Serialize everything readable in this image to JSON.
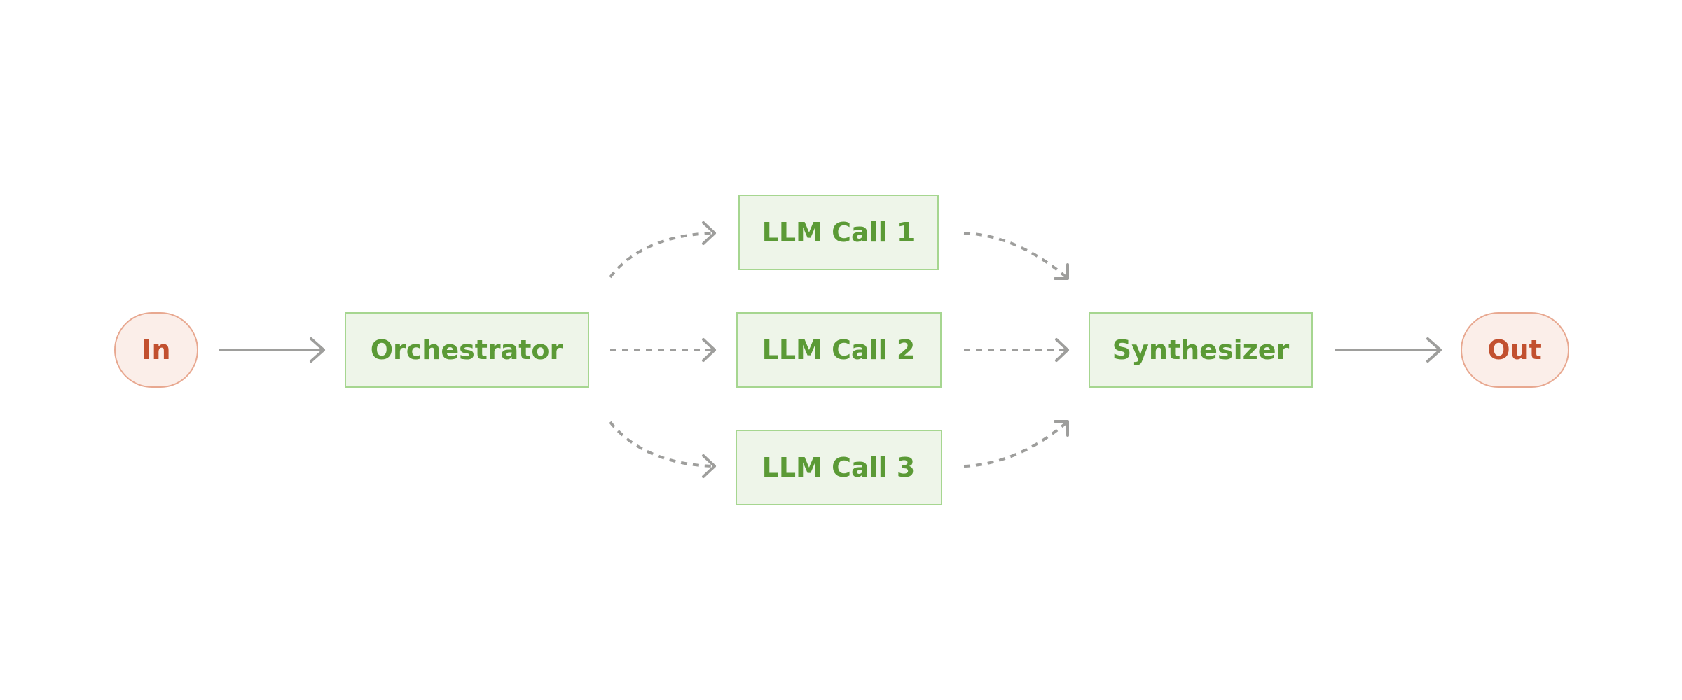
{
  "nodes": {
    "input": {
      "label": "In"
    },
    "orchestrator": {
      "label": "Orchestrator"
    },
    "llm_call_1": {
      "label": "LLM Call 1"
    },
    "llm_call_2": {
      "label": "LLM Call 2"
    },
    "llm_call_3": {
      "label": "LLM Call 3"
    },
    "synthesizer": {
      "label": "Synthesizer"
    },
    "output": {
      "label": "Out"
    }
  },
  "edges": [
    {
      "from": "In",
      "to": "Orchestrator",
      "style": "solid"
    },
    {
      "from": "Orchestrator",
      "to": "LLM Call 1",
      "style": "dashed"
    },
    {
      "from": "Orchestrator",
      "to": "LLM Call 2",
      "style": "dashed"
    },
    {
      "from": "Orchestrator",
      "to": "LLM Call 3",
      "style": "dashed"
    },
    {
      "from": "LLM Call 1",
      "to": "Synthesizer",
      "style": "dashed"
    },
    {
      "from": "LLM Call 2",
      "to": "Synthesizer",
      "style": "dashed"
    },
    {
      "from": "LLM Call 3",
      "to": "Synthesizer",
      "style": "dashed"
    },
    {
      "from": "Synthesizer",
      "to": "Out",
      "style": "solid"
    }
  ],
  "colors": {
    "process_fill": "#eef5e9",
    "process_border": "#a6d690",
    "process_text": "#5b9a36",
    "terminal_fill": "#fbeee9",
    "terminal_border": "#e8a890",
    "terminal_text": "#c2502f",
    "edge": "#9e9e9c"
  }
}
